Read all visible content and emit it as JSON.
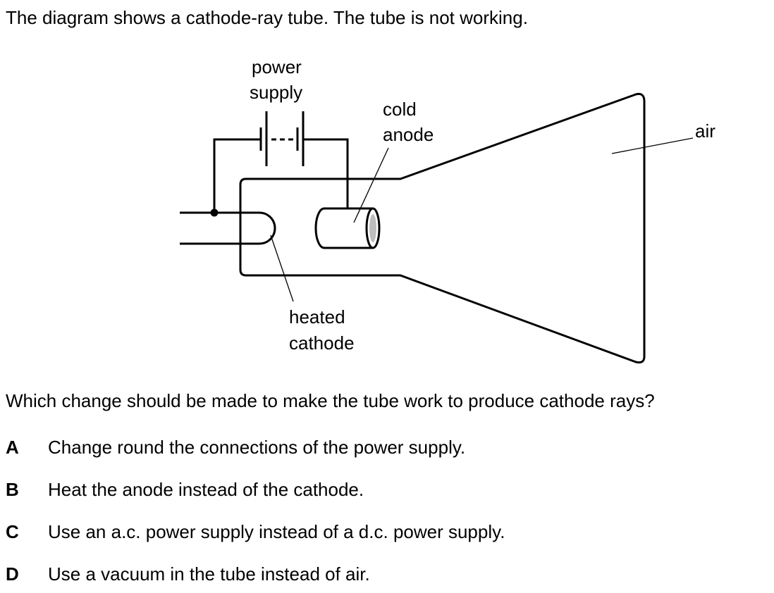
{
  "stem": "The diagram shows a cathode-ray tube. The tube is not working.",
  "diagram": {
    "labels": {
      "power_supply_line1": "power",
      "power_supply_line2": "supply",
      "cold_anode_line1": "cold",
      "cold_anode_line2": "anode",
      "air": "air",
      "heated_cathode_line1": "heated",
      "heated_cathode_line2": "cathode"
    }
  },
  "question": "Which change should be made to make the tube work to produce cathode rays?",
  "options": [
    {
      "letter": "A",
      "text": "Change round the connections of the power supply."
    },
    {
      "letter": "B",
      "text": "Heat the anode instead of the cathode."
    },
    {
      "letter": "C",
      "text": "Use an a.c. power supply instead of a d.c. power supply."
    },
    {
      "letter": "D",
      "text": "Use a vacuum in the tube instead of air."
    }
  ]
}
